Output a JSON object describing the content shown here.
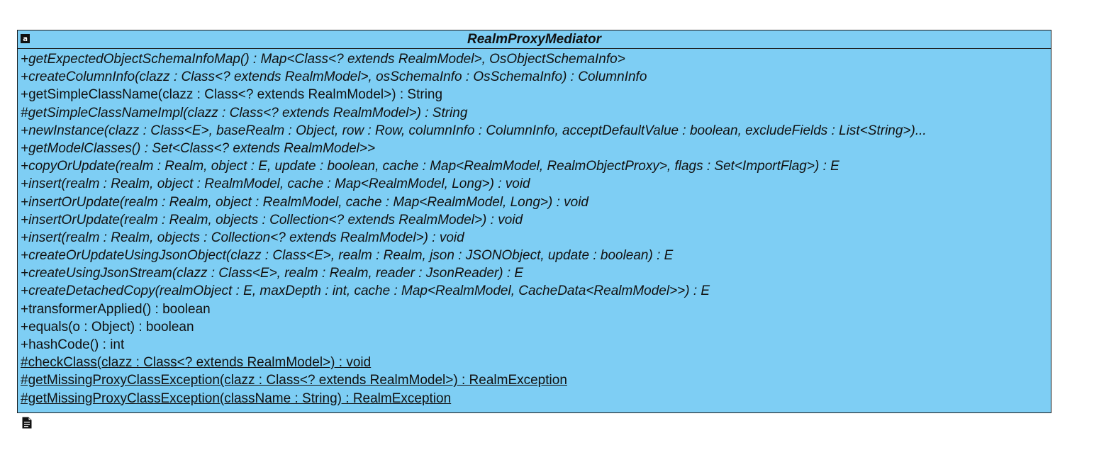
{
  "class_box": {
    "icon_glyph": "a",
    "name": "RealmProxyMediator",
    "fill_color": "#7ecef4",
    "border_color": "#1a1a1a"
  },
  "operations": [
    {
      "text": "+getExpectedObjectSchemaInfoMap() : Map<Class<? extends RealmModel>, OsObjectSchemaInfo>",
      "style": "abstract"
    },
    {
      "text": "+createColumnInfo(clazz : Class<? extends RealmModel>, osSchemaInfo : OsSchemaInfo) : ColumnInfo",
      "style": "abstract"
    },
    {
      "text": "+getSimpleClassName(clazz : Class<? extends RealmModel>) : String",
      "style": "normal"
    },
    {
      "text": "#getSimpleClassNameImpl(clazz : Class<? extends RealmModel>) : String",
      "style": "abstract"
    },
    {
      "text": "+newInstance(clazz : Class<E>, baseRealm : Object, row : Row, columnInfo : ColumnInfo, acceptDefaultValue : boolean, excludeFields : List<String>)...",
      "style": "abstract"
    },
    {
      "text": "+getModelClasses() : Set<Class<? extends RealmModel>>",
      "style": "abstract"
    },
    {
      "text": "+copyOrUpdate(realm : Realm, object : E, update : boolean, cache : Map<RealmModel, RealmObjectProxy>, flags : Set<ImportFlag>) : E",
      "style": "abstract"
    },
    {
      "text": "+insert(realm : Realm, object : RealmModel, cache : Map<RealmModel, Long>) : void",
      "style": "abstract"
    },
    {
      "text": "+insertOrUpdate(realm : Realm, object : RealmModel, cache : Map<RealmModel, Long>) : void",
      "style": "abstract"
    },
    {
      "text": "+insertOrUpdate(realm : Realm, objects : Collection<? extends RealmModel>) : void",
      "style": "abstract"
    },
    {
      "text": "+insert(realm : Realm, objects : Collection<? extends RealmModel>) : void",
      "style": "abstract"
    },
    {
      "text": "+createOrUpdateUsingJsonObject(clazz : Class<E>, realm : Realm, json : JSONObject, update : boolean) : E",
      "style": "abstract"
    },
    {
      "text": "+createUsingJsonStream(clazz : Class<E>, realm : Realm, reader : JsonReader) : E",
      "style": "abstract"
    },
    {
      "text": "+createDetachedCopy(realmObject : E, maxDepth : int, cache : Map<RealmModel, CacheData<RealmModel>>) : E",
      "style": "abstract"
    },
    {
      "text": "+transformerApplied() : boolean",
      "style": "normal"
    },
    {
      "text": "+equals(o : Object) : boolean",
      "style": "normal"
    },
    {
      "text": "+hashCode() : int",
      "style": "normal"
    },
    {
      "text": "#checkClass(clazz : Class<? extends RealmModel>) : void",
      "style": "static"
    },
    {
      "text": "#getMissingProxyClassException(clazz : Class<? extends RealmModel>) : RealmException",
      "style": "static"
    },
    {
      "text": "#getMissingProxyClassException(className : String) : RealmException",
      "style": "static"
    }
  ],
  "icons": {
    "class_icon": "abstract-class-icon",
    "note_icon": "note-document-icon"
  }
}
